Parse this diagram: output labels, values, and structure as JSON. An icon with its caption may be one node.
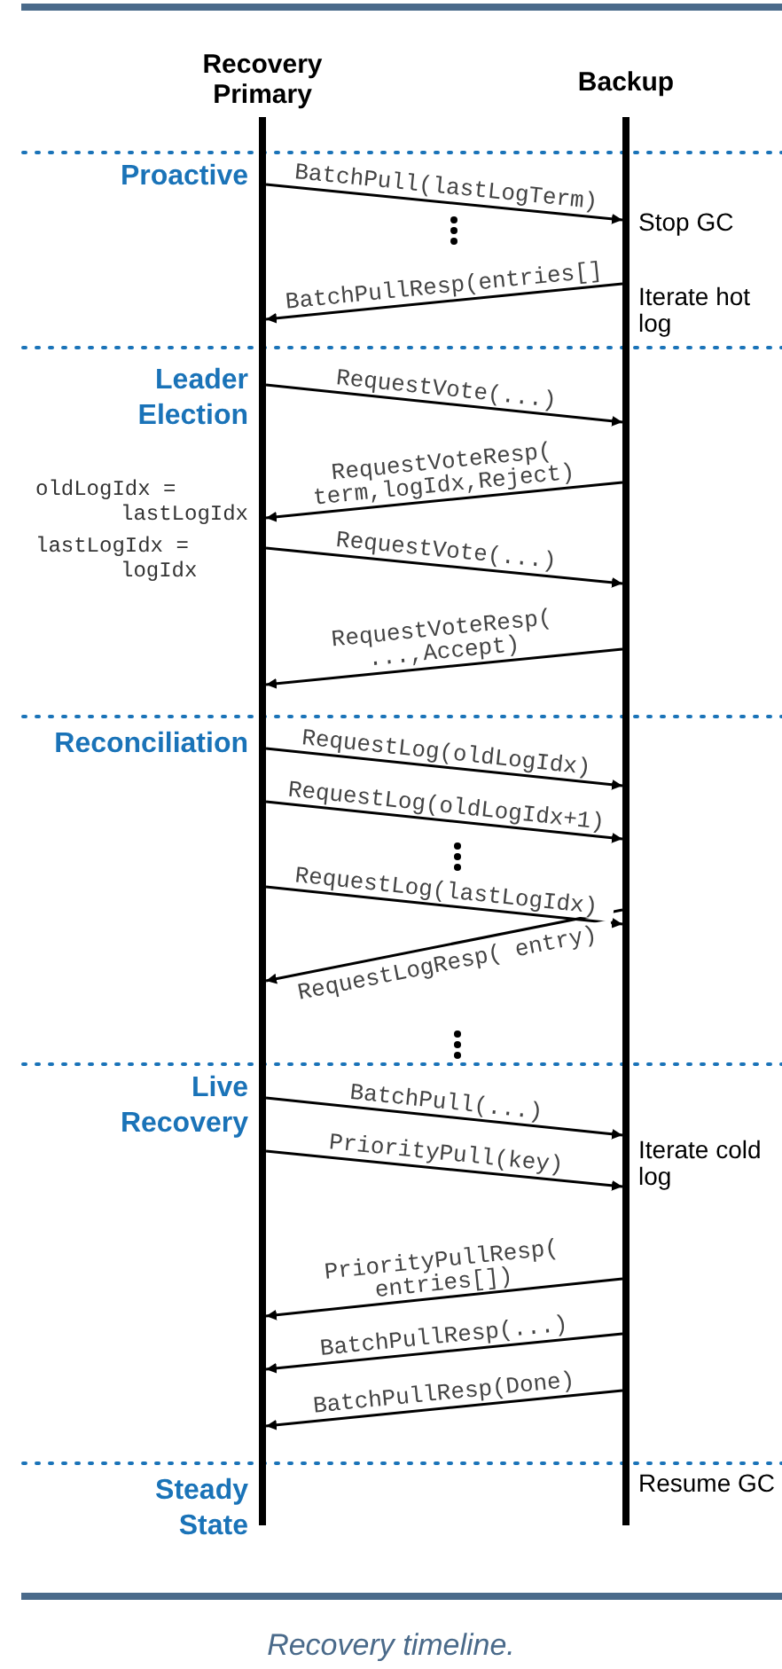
{
  "diagram": {
    "caption": "Recovery timeline.",
    "nodes": [
      {
        "text": [],
        "shape": "bar",
        "beside": [
          "Recovery Primary"
        ]
      },
      {
        "text": [],
        "shape": "bar",
        "beside": [
          "Backup"
        ]
      }
    ],
    "edges": [
      {
        "from": 0,
        "to": 1,
        "arrow": "to",
        "label": "BatchPull(lastLogTerm)"
      },
      {
        "from": 1,
        "to": 0,
        "arrow": "to",
        "label": "BatchPullResp(entries[]"
      },
      {
        "from": 0,
        "to": 1,
        "arrow": "to",
        "label": "RequestVote(...)"
      },
      {
        "from": 1,
        "to": 0,
        "arrow": "to",
        "label": "RequestVoteResp( term,logIdx,Reject)"
      },
      {
        "from": 0,
        "to": 1,
        "arrow": "to",
        "label": "RequestVote(...)"
      },
      {
        "from": 1,
        "to": 0,
        "arrow": "to",
        "label": "RequestVoteResp( ...,Accept)"
      },
      {
        "from": 0,
        "to": 1,
        "arrow": "to",
        "label": "RequestLog(oldLogIdx)"
      },
      {
        "from": 0,
        "to": 1,
        "arrow": "to",
        "label": "RequestLog(oldLogIdx+1)"
      },
      {
        "from": 0,
        "to": 1,
        "arrow": "to",
        "label": "RequestLog(lastLogIdx)"
      },
      {
        "from": 1,
        "to": 0,
        "arrow": "to",
        "label": "RequestLogResp( entry)"
      },
      {
        "from": 0,
        "to": 1,
        "arrow": "to",
        "label": "BatchPull(...)"
      },
      {
        "from": 0,
        "to": 1,
        "arrow": "to",
        "label": "PriorityPull(key)"
      },
      {
        "from": 1,
        "to": 0,
        "arrow": "to",
        "label": "PriorityPullResp( entries[])"
      },
      {
        "from": 1,
        "to": 0,
        "arrow": "to",
        "label": "BatchPullResp(...)"
      },
      {
        "from": 1,
        "to": 0,
        "arrow": "to",
        "label": "BatchPullResp(Done)"
      }
    ],
    "labels": [
      "Proactive",
      "Stop GC",
      "Iterate hot log",
      "Leader Election",
      "oldLogIdx = lastLogIdx",
      "lastLogIdx = logIdx",
      "Reconciliation",
      "Live Recovery",
      "Iterate cold log",
      "Steady State",
      "Resume GC"
    ]
  }
}
